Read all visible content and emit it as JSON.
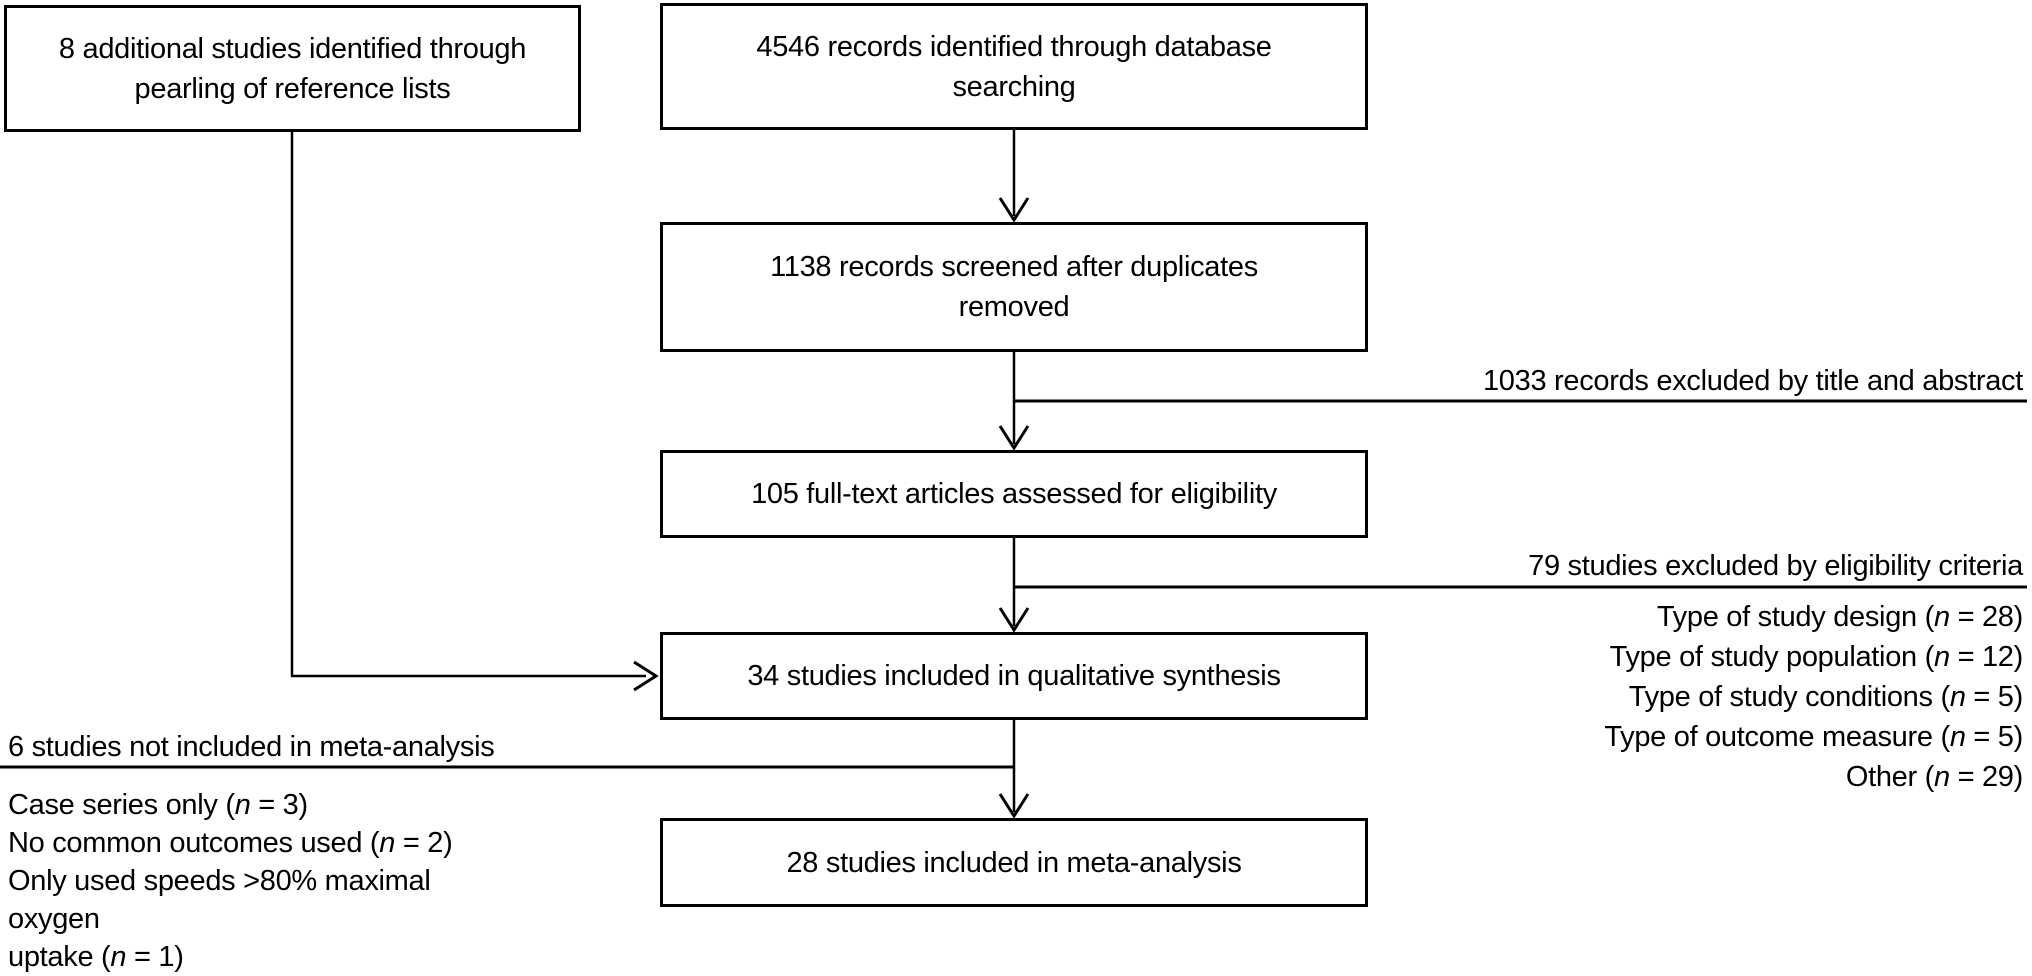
{
  "diagram": {
    "type": "prisma-flowchart",
    "background_color": "#ffffff",
    "line_color": "#000000",
    "text_color": "#000000"
  },
  "boxes": [
    {
      "id": "pearling",
      "text": "8 additional studies identified through\npearling of reference lists"
    },
    {
      "id": "records-identified",
      "text": "4546 records identified through database\nsearching"
    },
    {
      "id": "records-screened",
      "text": "1138 records screened after duplicates\nremoved"
    },
    {
      "id": "fulltext-assessed",
      "text": "105 full-text articles assessed for eligibility"
    },
    {
      "id": "qualitative-synthesis",
      "text": "34 studies included in qualitative synthesis"
    },
    {
      "id": "meta-analysis",
      "text": "28 studies included in meta-analysis"
    }
  ],
  "annotations": {
    "title_abstract_excluded": {
      "text": "1033 records excluded by title and abstract"
    },
    "eligibility_excluded": {
      "heading": "79 studies excluded by eligibility criteria",
      "items": [
        "Type of study design (n = 28)",
        "Type of study population (n = 12)",
        "Type of study conditions (n = 5)",
        "Type of outcome measure (n = 5)",
        "Other (n = 29)"
      ]
    },
    "not_in_meta_analysis": {
      "heading": "6 studies not included in meta-analysis",
      "items": [
        "Case series only (n = 3)",
        "No common outcomes used (n = 2)",
        "Only used speeds >80% maximal oxygen\nuptake (n = 1)"
      ]
    }
  }
}
